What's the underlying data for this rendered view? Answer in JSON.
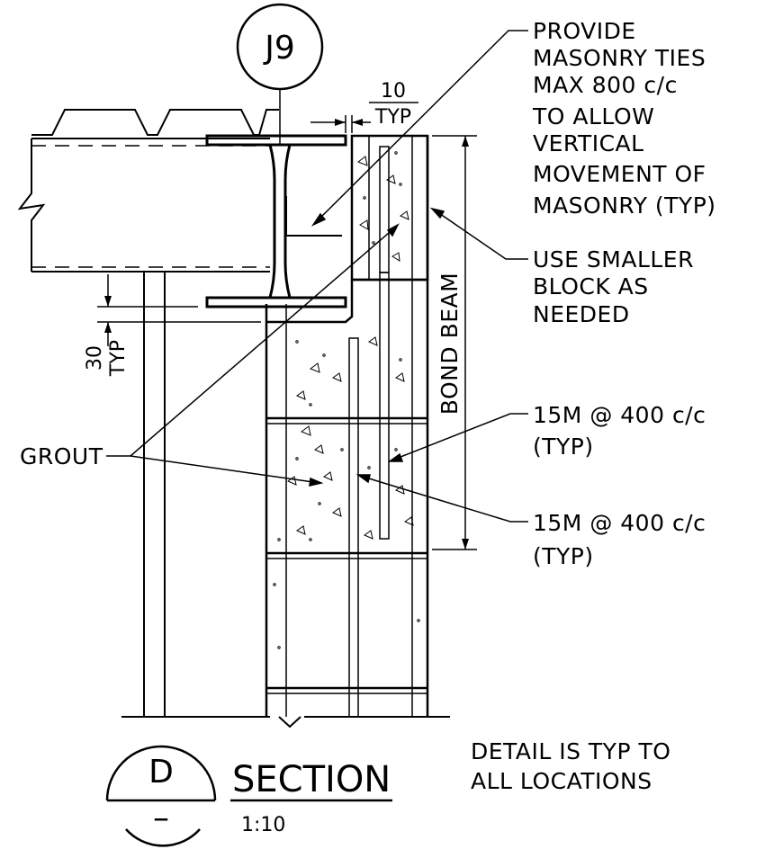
{
  "grid_bubble": "J9",
  "dimensions": {
    "tie_gap_value": "10",
    "tie_gap_suffix": "TYP",
    "bearing_value": "30",
    "bearing_suffix": "TYP"
  },
  "notes": {
    "masonry_ties": [
      "PROVIDE",
      "MASONRY TIES",
      "MAX 800 c/c",
      "TO ALLOW",
      "VERTICAL",
      "MOVEMENT OF",
      "MASONRY (TYP)"
    ],
    "smaller_block": [
      "USE SMALLER",
      "BLOCK AS",
      "NEEDED"
    ],
    "rebar_upper": [
      "15M @ 400 c/c",
      "(TYP)"
    ],
    "rebar_lower": [
      "15M @ 400 c/c",
      "(TYP)"
    ],
    "grout": "GROUT",
    "bond_beam": "BOND BEAM",
    "typical": [
      "DETAIL IS TYP TO",
      "ALL LOCATIONS"
    ]
  },
  "section_marker": {
    "letter": "D",
    "reference": "–",
    "title": "SECTION",
    "scale": "1:10"
  }
}
